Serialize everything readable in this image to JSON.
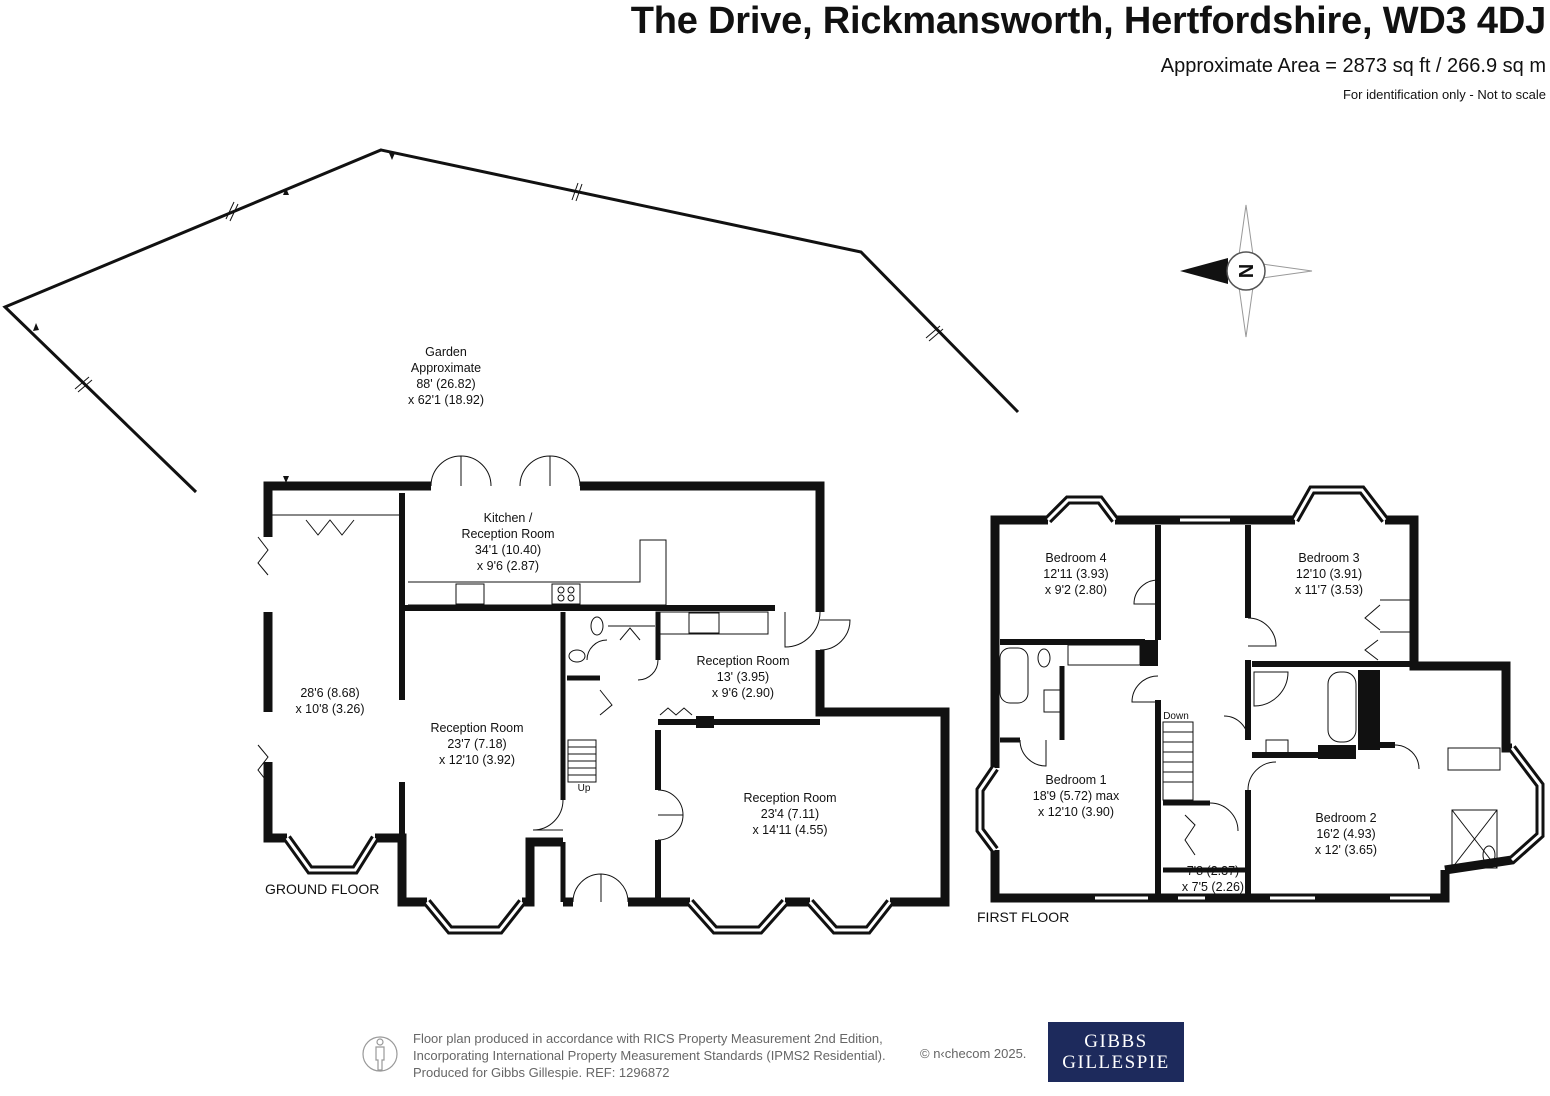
{
  "header": {
    "title": "The Drive, Rickmansworth, Hertfordshire, WD3 4DJ",
    "area": "Approximate Area = 2873 sq ft / 266.9 sq m",
    "note": "For identification only - Not to scale"
  },
  "compass": {
    "letter": "N"
  },
  "garden": {
    "lines": [
      "Garden",
      "Approximate",
      "88' (26.82)",
      "x 62'1 (18.92)"
    ]
  },
  "ground_floor": {
    "label": "GROUND FLOOR",
    "kitchen": {
      "lines": [
        "Kitchen /",
        "Reception Room",
        "34'1 (10.40)",
        "x 9'6 (2.87)"
      ]
    },
    "side_room": {
      "lines": [
        "28'6 (8.68)",
        "x 10'8 (3.26)"
      ]
    },
    "reception_1": {
      "lines": [
        "Reception Room",
        "23'7 (7.18)",
        "x 12'10 (3.92)"
      ]
    },
    "reception_2": {
      "lines": [
        "Reception Room",
        "13' (3.95)",
        "x 9'6 (2.90)"
      ]
    },
    "reception_3": {
      "lines": [
        "Reception Room",
        "23'4 (7.11)",
        "x 14'11 (4.55)"
      ]
    },
    "stairs_label": "Up"
  },
  "first_floor": {
    "label": "FIRST FLOOR",
    "bedroom_4": {
      "lines": [
        "Bedroom 4",
        "12'11 (3.93)",
        "x 9'2 (2.80)"
      ]
    },
    "bedroom_3": {
      "lines": [
        "Bedroom 3",
        "12'10 (3.91)",
        "x 11'7 (3.53)"
      ]
    },
    "bedroom_1": {
      "lines": [
        "Bedroom 1",
        "18'9 (5.72) max",
        "x 12'10 (3.90)"
      ]
    },
    "bedroom_2": {
      "lines": [
        "Bedroom 2",
        "16'2 (4.93)",
        "x 12' (3.65)"
      ]
    },
    "small_room": {
      "lines": [
        "7'8 (2.37)",
        "x 7'5 (2.26)"
      ]
    },
    "stairs_label": "Down"
  },
  "footer": {
    "lines": [
      "Floor plan produced in accordance with RICS Property Measurement 2nd Edition,",
      "Incorporating International Property Measurement Standards (IPMS2 Residential).",
      "Produced for Gibbs Gillespie.   REF:  1296872"
    ],
    "copyright": "© n‹checom 2025.",
    "logo_line1": "GIBBS",
    "logo_line2": "GILLESPIE"
  }
}
